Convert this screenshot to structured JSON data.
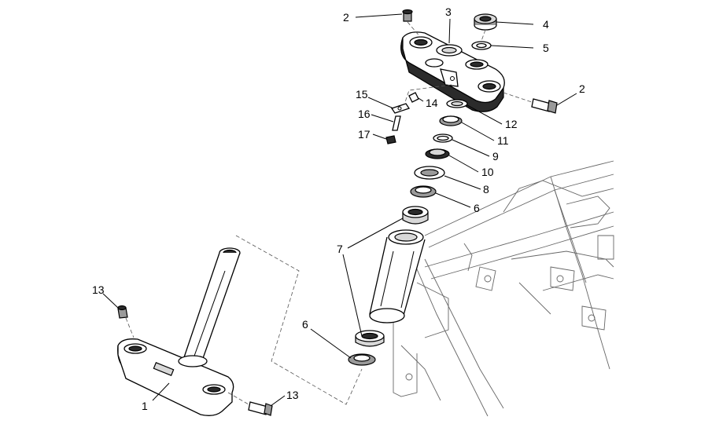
{
  "callouts": {
    "c1": "1",
    "c2a": "2",
    "c2b": "2",
    "c3": "3",
    "c4": "4",
    "c5": "5",
    "c6a": "6",
    "c6b": "6",
    "c7": "7",
    "c8": "8",
    "c9": "9",
    "c10": "10",
    "c11": "11",
    "c12": "12",
    "c13a": "13",
    "c13b": "13",
    "c14": "14",
    "c15": "15",
    "c16": "16",
    "c17": "17"
  }
}
